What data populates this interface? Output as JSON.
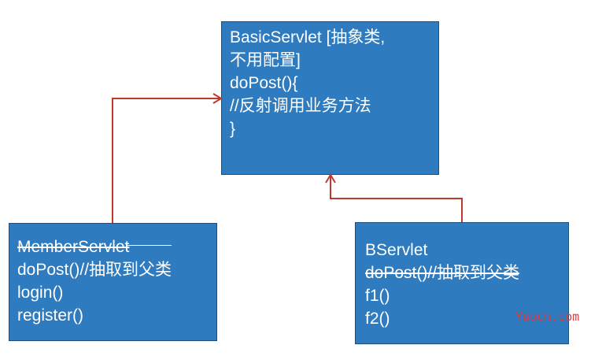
{
  "base_class": {
    "lines": [
      "BasicServlet [抽象类,",
      "不用配置]",
      "doPost(){",
      "//反射调用业务方法",
      "}"
    ]
  },
  "member_class": {
    "title": "MemberServlet",
    "lines": [
      "doPost()//抽取到父类",
      "login()",
      "register()"
    ]
  },
  "b_class": {
    "title": "BServlet",
    "struck_line": "doPost()//抽取到父类",
    "lines": [
      "f1()",
      "f2()"
    ]
  },
  "colors": {
    "box_fill": "#2f7bbf",
    "arrow": "#c0392b",
    "watermark": "#e0393e"
  },
  "watermark": "Yuucn.com"
}
